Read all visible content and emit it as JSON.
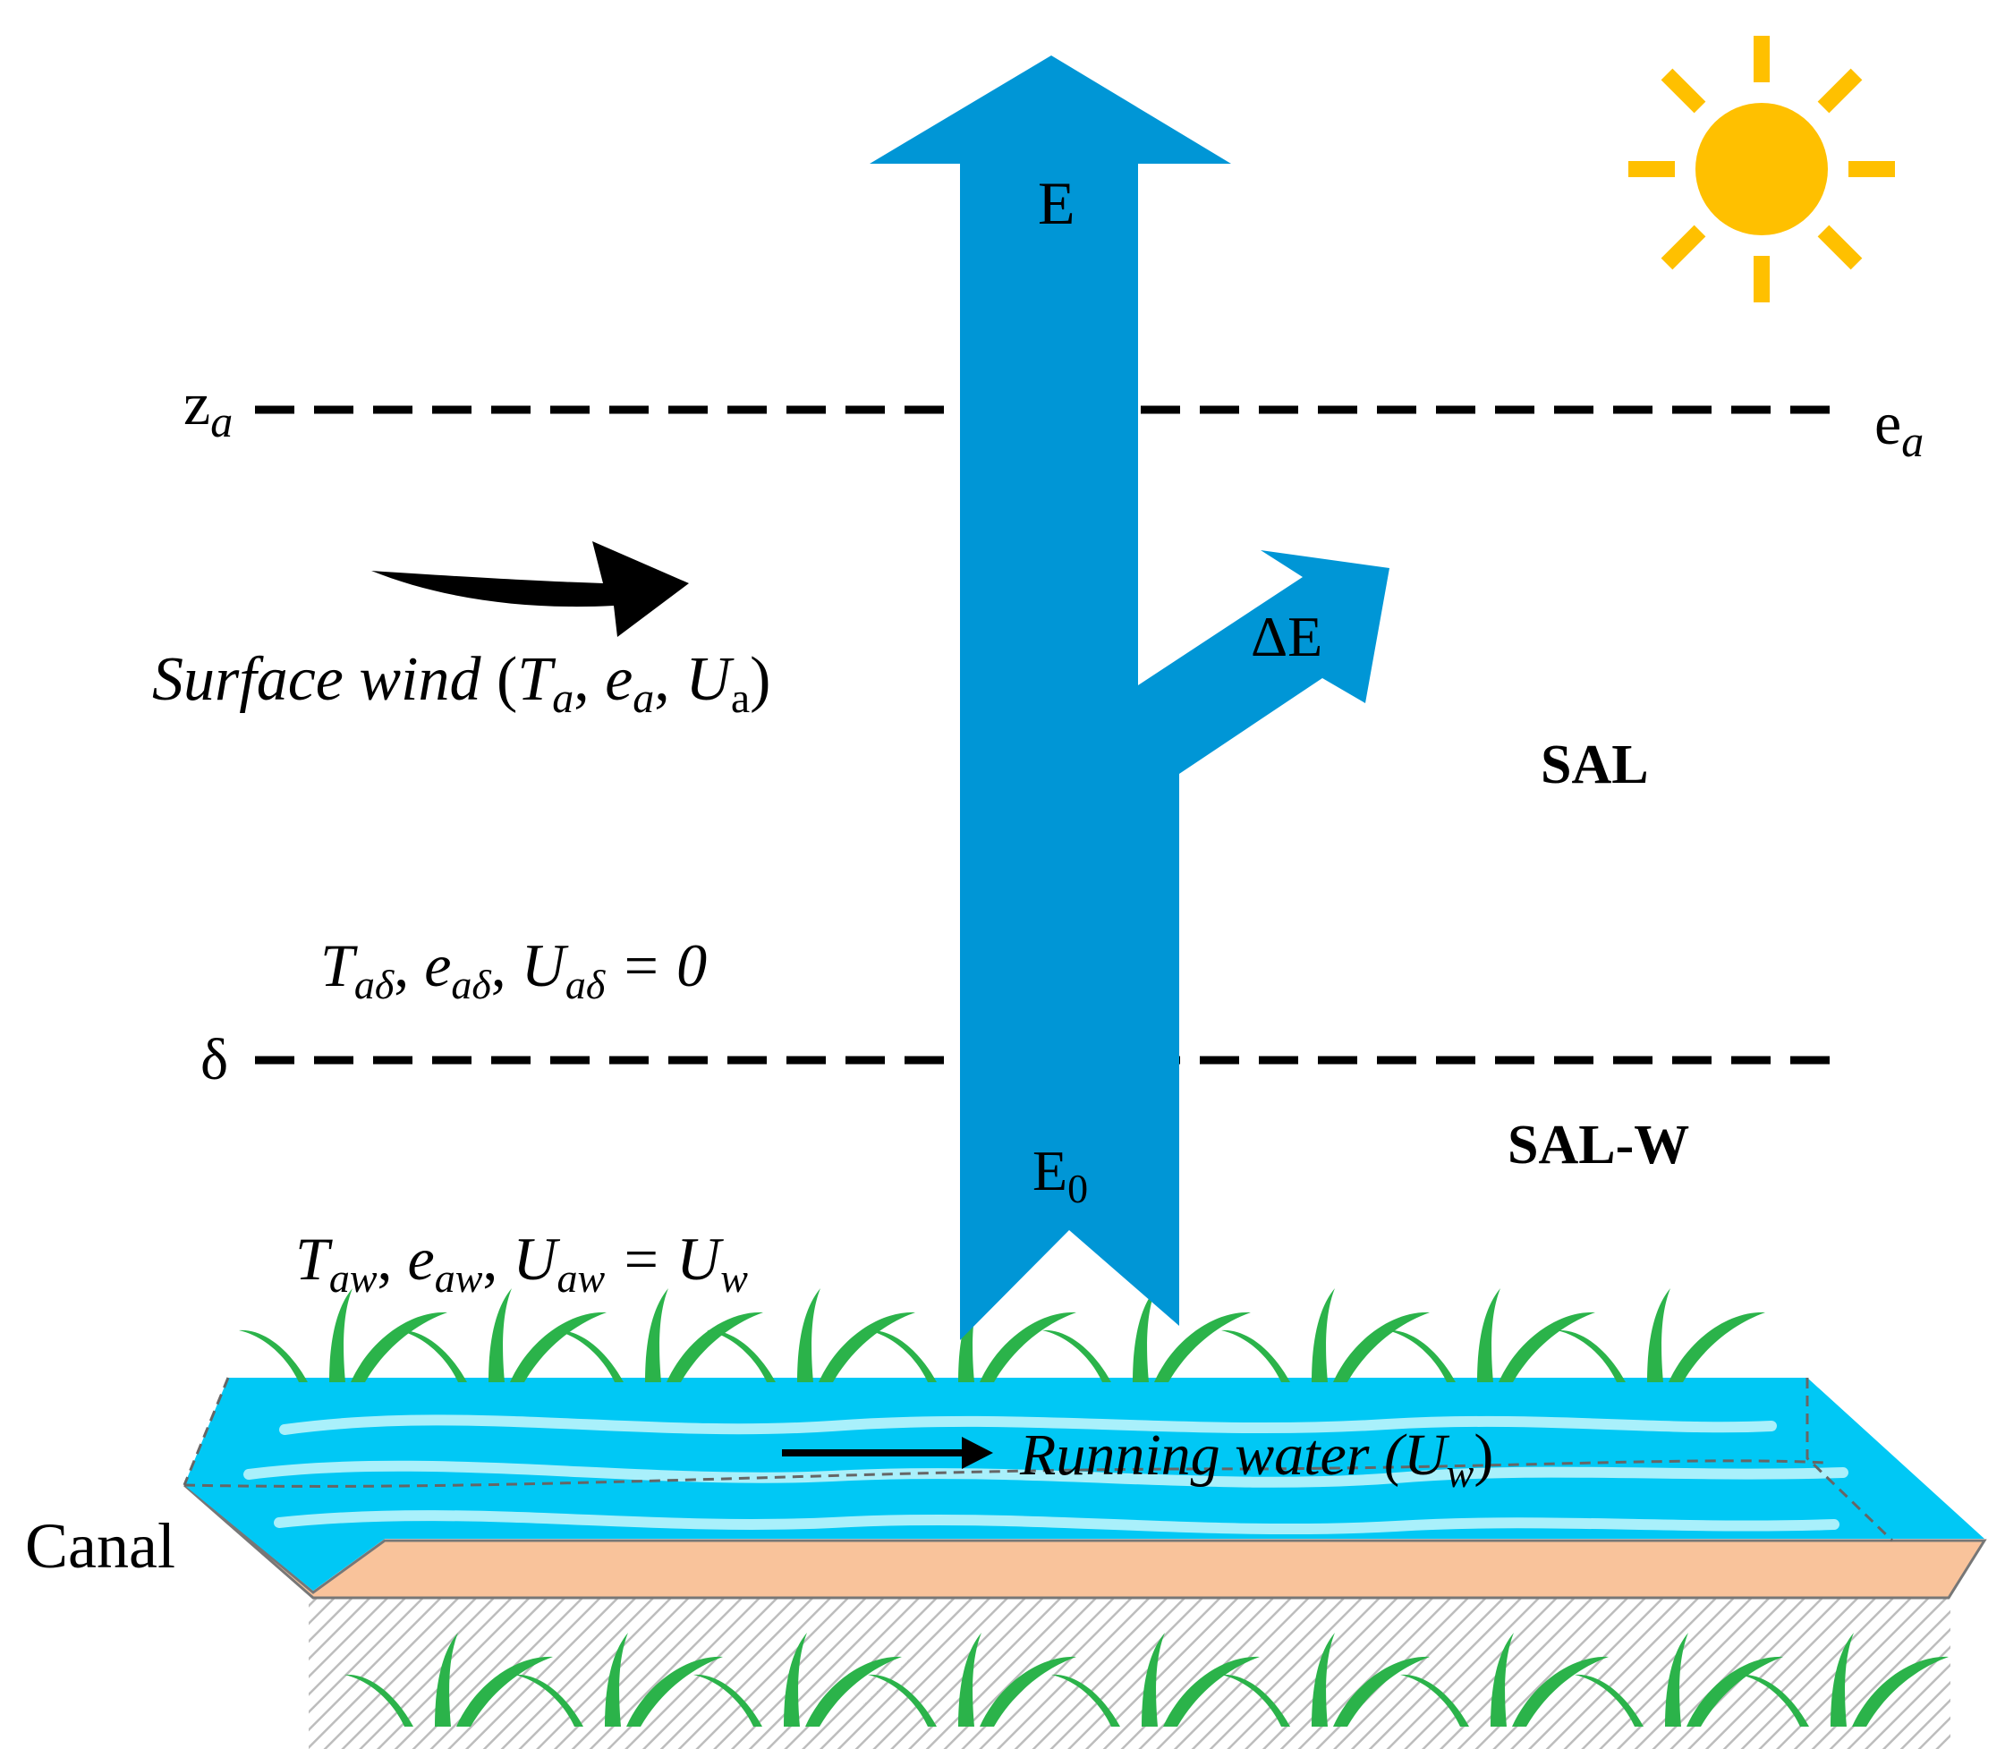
{
  "colors": {
    "flux_arrow": "#0096d6",
    "water": "#00c8f5",
    "water_wave": "#a9f0fb",
    "bank": "#f9c39b",
    "grass": "#2bb34a",
    "sun": "#ffc000",
    "ground_hatch": "#bdbdbd",
    "ink": "#000000"
  },
  "labels": {
    "evaporation": "E",
    "evaporation_surface": "E",
    "evaporation_surface_sub": "0",
    "delta_e": "ΔE",
    "sal": "SAL",
    "sal_w": "SAL-W",
    "canal": "Canal",
    "level_za_main": "z",
    "level_za_sub": "a",
    "level_ea_main": "e",
    "level_ea_sub": "a",
    "level_delta": "δ",
    "wind_text": "Surface wind",
    "wind_open": " (",
    "wind_T": "T",
    "wind_T_sub": "a",
    "wind_sep1": ", ",
    "wind_e": "e",
    "wind_e_sub": "a",
    "wind_sep2": ", ",
    "wind_U": "U",
    "wind_U_sub": "a",
    "wind_close": ")",
    "delta_T": "T",
    "delta_T_sub": "aδ",
    "delta_sep1": ", ",
    "delta_e_var": "e",
    "delta_e_sub": "aδ",
    "delta_sep2": ", ",
    "delta_U": "U",
    "delta_U_sub": "aδ",
    "delta_eq": " = 0",
    "surf_T": "T",
    "surf_T_sub": "aw",
    "surf_sep1": ", ",
    "surf_e": "e",
    "surf_e_sub": "aw",
    "surf_sep2": ", ",
    "surf_U": "U",
    "surf_U_sub": "aw",
    "surf_eq": " = U",
    "surf_eq_sub": "w",
    "running_text": "Running water (",
    "running_U": "U",
    "running_U_sub": "w",
    "running_close": ")"
  },
  "icons": {
    "sun": "sun-icon",
    "wind": "wind-arrow-icon",
    "flow": "flow-arrow-icon",
    "grass": "grass-tuft-icon"
  }
}
